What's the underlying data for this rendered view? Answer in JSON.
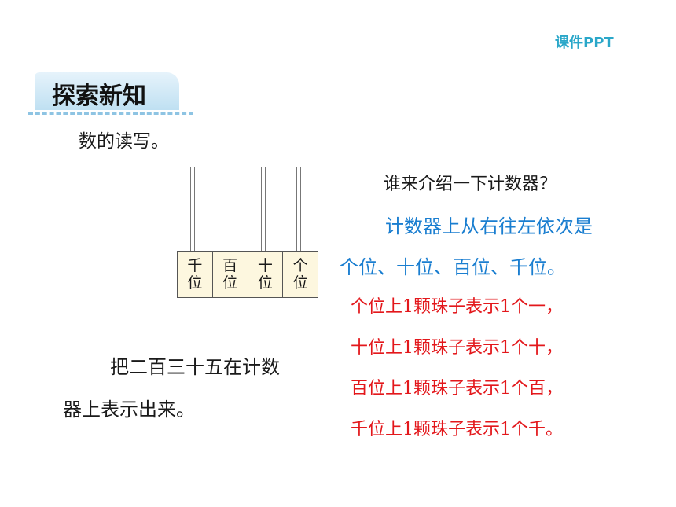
{
  "watermark": "课件PPT",
  "section": {
    "title": "探索新知"
  },
  "subtitle": "数的读写。",
  "abacus": {
    "places": [
      {
        "top": "千",
        "bottom": "位"
      },
      {
        "top": "百",
        "bottom": "位"
      },
      {
        "top": "十",
        "bottom": "位"
      },
      {
        "top": "个",
        "bottom": "位"
      }
    ]
  },
  "question": "谁来介绍一下计数器？",
  "explanation": {
    "line1": "计数器上从右往左依次是",
    "line2": "个位、十位、百位、千位。"
  },
  "rules": [
    "个位上1颗珠子表示1个一，",
    "十位上1颗珠子表示1个十，",
    "百位上1颗珠子表示1个百，",
    "千位上1颗珠子表示1个千。"
  ],
  "task": {
    "line1": "把二百三十五在计数",
    "line2": "器上表示出来。"
  },
  "colors": {
    "explanation": "#1a7ed0",
    "rules": "#e3171b",
    "tab": "#bfe0f2",
    "watermark": "#2aa7c9"
  }
}
